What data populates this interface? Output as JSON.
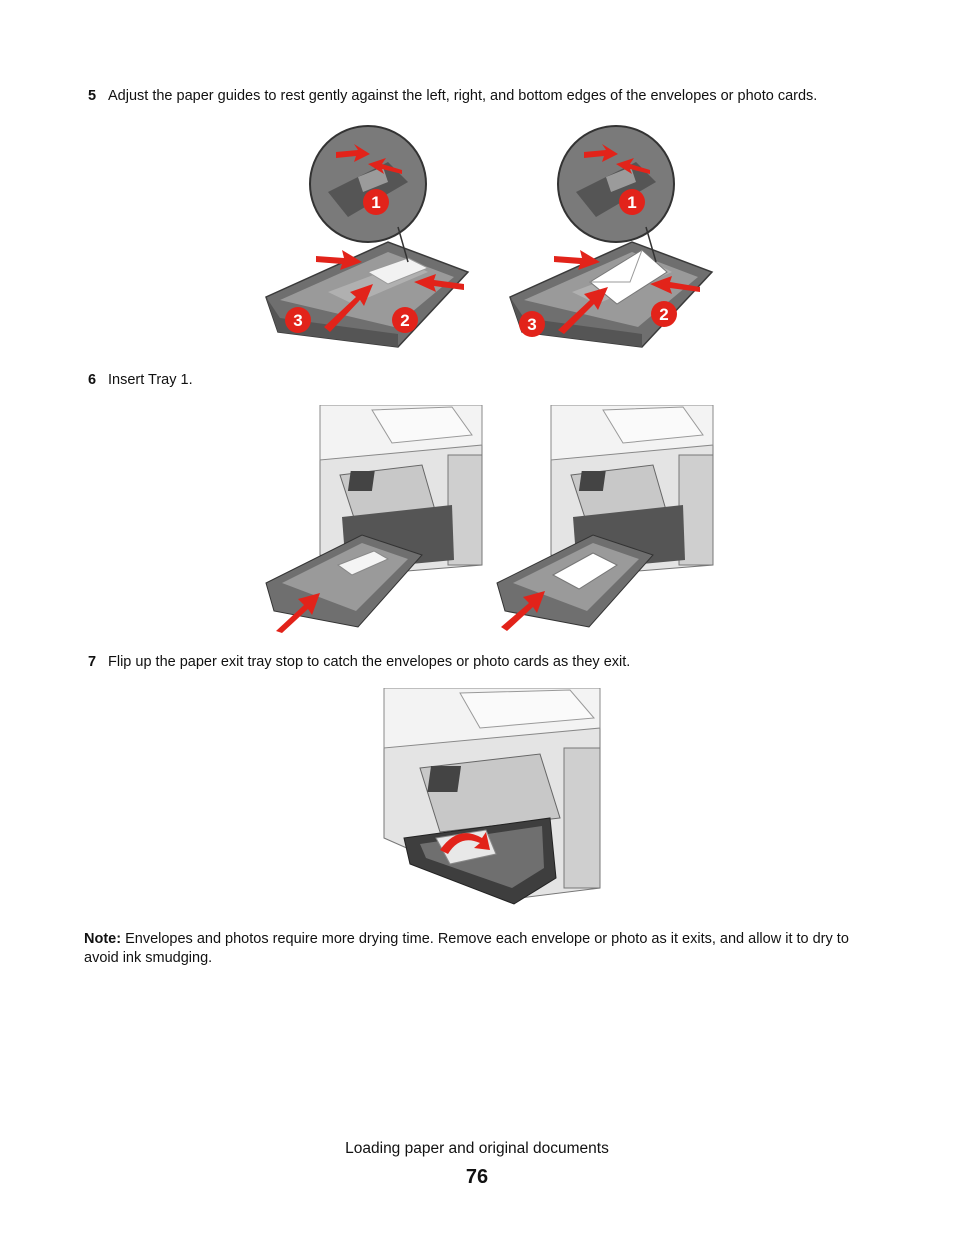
{
  "steps": [
    {
      "number": "5",
      "text": "Adjust the paper guides to rest gently against the left, right, and bottom edges of the envelopes or photo cards."
    },
    {
      "number": "6",
      "text": "Insert Tray 1."
    },
    {
      "number": "7",
      "text": "Flip up the paper exit tray stop to catch the envelopes or photo cards as they exit."
    }
  ],
  "callouts": [
    "1",
    "2",
    "3"
  ],
  "note": {
    "label": "Note:",
    "text": " Envelopes and photos require more drying time. Remove each envelope or photo as it exits, and allow it to dry to avoid ink smudging."
  },
  "footer": {
    "section_title": "Loading paper and original documents",
    "page_number": "76"
  },
  "colors": {
    "accent_red": "#e2231a",
    "tray_gray": "#8a8a8a",
    "printer_gray": "#d9d9d9"
  },
  "icons": [
    "magnifier-circle",
    "arrow-icon",
    "curved-arrow-icon"
  ]
}
